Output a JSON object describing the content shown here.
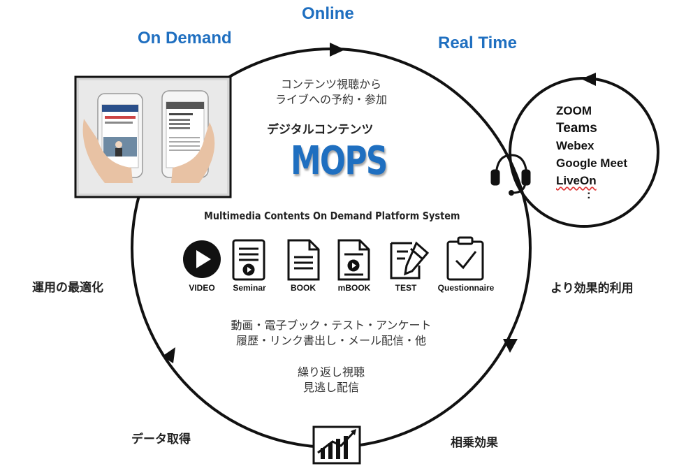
{
  "labels": {
    "online": "Online",
    "on_demand": "On Demand",
    "real_time": "Real Time",
    "content_line1": "コンテンツ視聴から",
    "content_line2": "ライブへの予約・参加",
    "digital_contents": "デジタルコンテンツ",
    "brand": "MOPS",
    "platform": "Multimedia Contents On Demand Platform System",
    "features_line1": "動画・電子ブック・テスト・アンケート",
    "features_line2": "履歴・リンク書出し・メール配信・他",
    "repeat_line1": "繰り返し視聴",
    "repeat_line2": "見逃し配信",
    "optimize": "運用の最適化",
    "effective_use": "より効果的利用",
    "data_acquisition": "データ取得",
    "synergy": "相乗効果"
  },
  "tools": [
    "ZOOM",
    "Teams",
    "Webex",
    "Google Meet",
    "LiveOn",
    ":"
  ],
  "content_types": [
    {
      "label": "VIDEO",
      "icon": "play-circle-icon"
    },
    {
      "label": "Seminar",
      "icon": "seminar-icon"
    },
    {
      "label": "BOOK",
      "icon": "book-icon"
    },
    {
      "label": "mBOOK",
      "icon": "mbook-icon"
    },
    {
      "label": "TEST",
      "icon": "test-icon"
    },
    {
      "label": "Questionnaire",
      "icon": "questionnaire-icon"
    }
  ],
  "colors": {
    "accent_blue": "#1f6fc0",
    "line": "#111111"
  }
}
